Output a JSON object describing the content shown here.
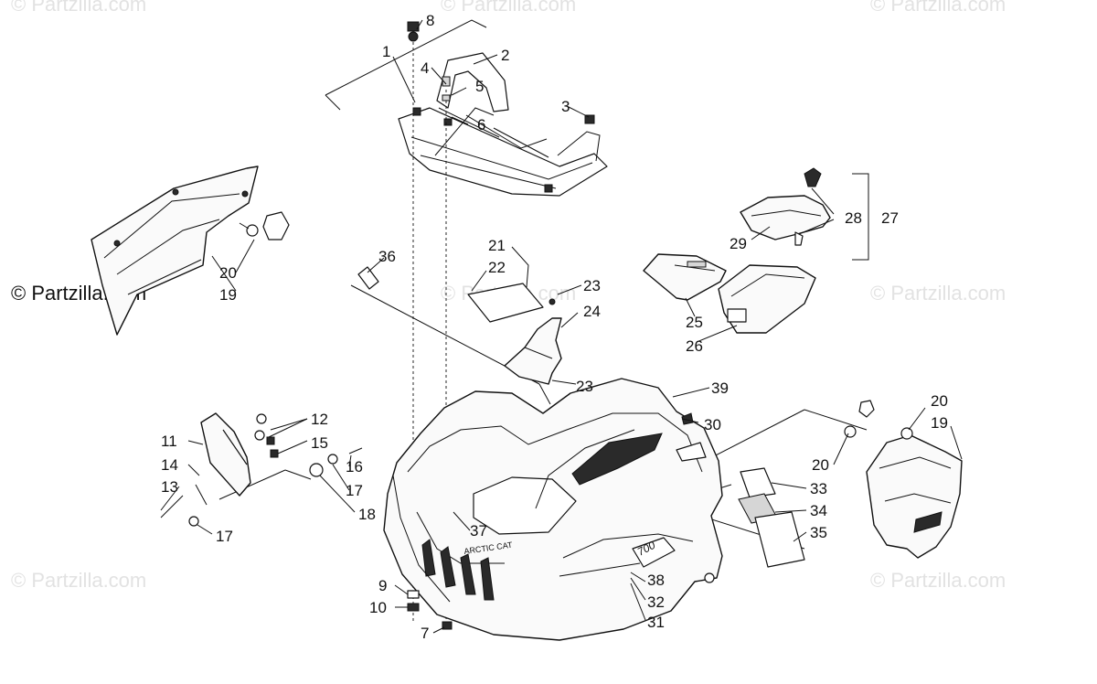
{
  "watermark": "© Partzilla.com",
  "copyright": "© Partzilla.com",
  "hood_text": "ARCTIC CAT",
  "badge_text": "700",
  "callouts": {
    "c1": "1",
    "c2": "2",
    "c3": "3",
    "c4": "4",
    "c5": "5",
    "c6": "6",
    "c7": "7",
    "c8": "8",
    "c9": "9",
    "c10": "10",
    "c11": "11",
    "c12": "12",
    "c13": "13",
    "c14": "14",
    "c15": "15",
    "c16": "16",
    "c17a": "17",
    "c17b": "17",
    "c18": "18",
    "c19a": "19",
    "c19b": "19",
    "c20a": "20",
    "c20b": "20",
    "c20c": "20",
    "c21": "21",
    "c22": "22",
    "c23a": "23",
    "c23b": "23",
    "c24": "24",
    "c25": "25",
    "c26": "26",
    "c27": "27",
    "c28": "28",
    "c29": "29",
    "c30": "30",
    "c31": "31",
    "c32": "32",
    "c33": "33",
    "c34": "34",
    "c35": "35",
    "c36": "36",
    "c37": "37",
    "c38": "38",
    "c39": "39"
  }
}
